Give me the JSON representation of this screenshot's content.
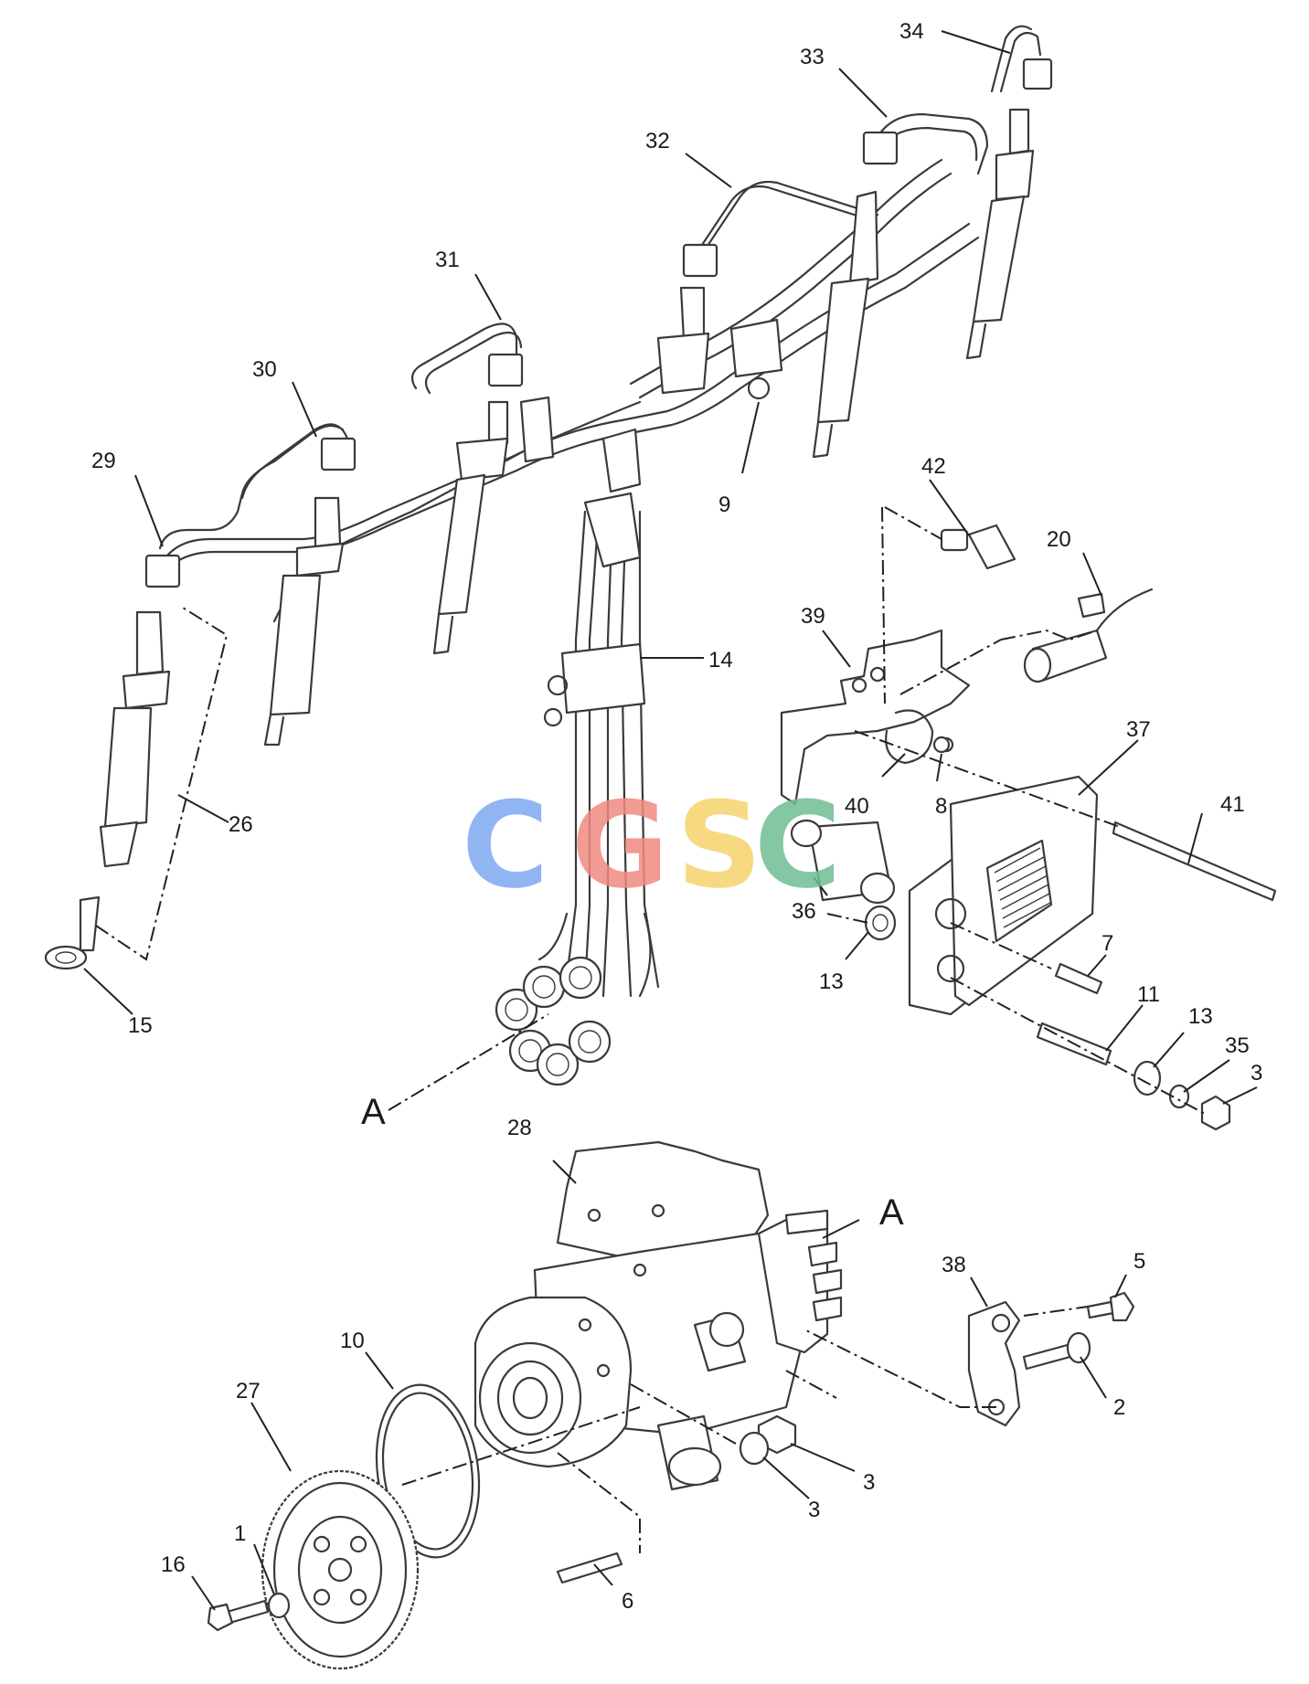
{
  "callouts": {
    "c1": "1",
    "c2": "2",
    "c3a": "3",
    "c3b": "3",
    "c3c": "3",
    "c5": "5",
    "c6": "6",
    "c7": "7",
    "c8": "8",
    "c9": "9",
    "c10": "10",
    "c11": "11",
    "c13a": "13",
    "c13b": "13",
    "c14": "14",
    "c15": "15",
    "c16": "16",
    "c20": "20",
    "c26": "26",
    "c27": "27",
    "c28": "28",
    "c29": "29",
    "c30": "30",
    "c31": "31",
    "c32": "32",
    "c33": "33",
    "c34": "34",
    "c35": "35",
    "c36": "36",
    "c37": "37",
    "c38": "38",
    "c39": "39",
    "c40": "40",
    "c41": "41",
    "c42": "42"
  },
  "section_letters": {
    "a1": "A",
    "a2": "A"
  },
  "watermark": {
    "letters": [
      "C",
      "G",
      "S",
      "C"
    ],
    "colors": [
      "#7ea7f2",
      "#f08a80",
      "#f5d36a",
      "#6fbf93"
    ]
  }
}
